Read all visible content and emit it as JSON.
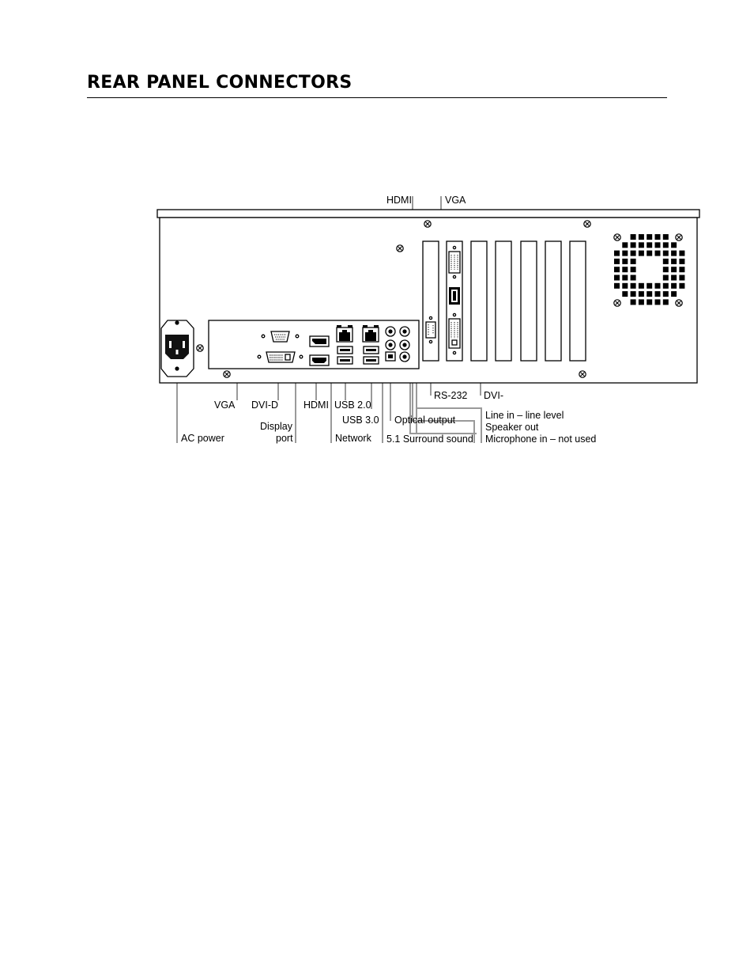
{
  "page": {
    "heading": "REAR PANEL CONNECTORS"
  },
  "diagram": {
    "callouts": {
      "card_hdmi": "HDMI",
      "card_vga": "VGA",
      "vga": "VGA",
      "dvi_d": "DVI-D",
      "display_port_line1": "Display",
      "display_port_line2": "port",
      "ac_power": "AC power",
      "hdmi": "HDMI",
      "usb_2": "USB 2.0",
      "usb_3": "USB 3.0",
      "network": "Network",
      "optical_output": "Optical output",
      "surround": "5.1 Surround sound",
      "rs232": "RS-232",
      "card_dvi": "DVI-",
      "line_in": "Line in – line level",
      "speaker_out": "Speaker out",
      "mic_in": "Microphone in – not used"
    }
  }
}
